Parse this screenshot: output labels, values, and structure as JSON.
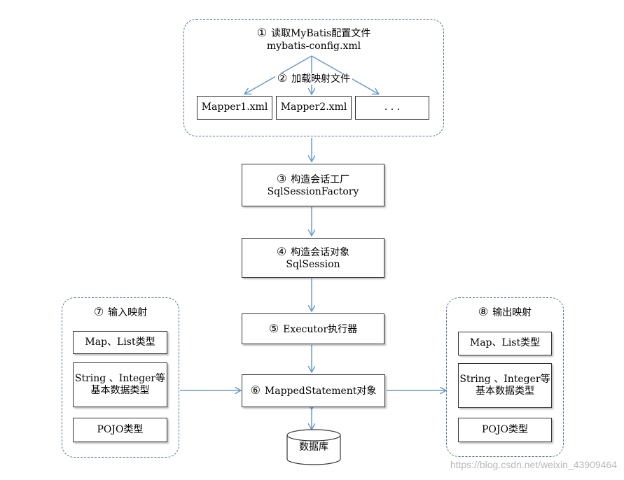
{
  "config_group": {
    "step1_num": "①",
    "step1_title": "读取MyBatis配置文件",
    "step1_file": "mybatis-config.xml",
    "step2_num": "②",
    "step2_title": "加载映射文件",
    "mappers": [
      "Mapper1.xml",
      "Mapper2.xml",
      ". . ."
    ]
  },
  "factory": {
    "num": "③",
    "title": "构造会话工厂",
    "name": "SqlSessionFactory"
  },
  "session": {
    "num": "④",
    "title": "构造会话对象",
    "name": "SqlSession"
  },
  "executor": {
    "num": "⑤",
    "title": "Executor执行器"
  },
  "mapped_statement": {
    "num": "⑥",
    "title": "MappedStatement对象"
  },
  "database": {
    "label": "数据库"
  },
  "input_mapping": {
    "num": "⑦",
    "title": "输入映射",
    "items": [
      "Map、List类型",
      "String 、Integer等",
      "基本数据类型",
      "POJO类型"
    ]
  },
  "output_mapping": {
    "num": "⑧",
    "title": "输出映射",
    "items": [
      "Map、List类型",
      "String 、Integer等",
      "基本数据类型",
      "POJO类型"
    ]
  },
  "watermark": "https://blog.csdn.net/weixin_43909464",
  "colors": {
    "arrow": "#6a9ad0",
    "group_border": "#4f6f9a",
    "box_border": "#333333"
  }
}
